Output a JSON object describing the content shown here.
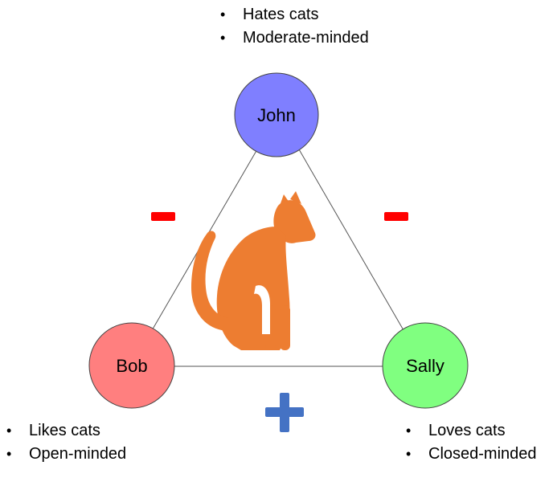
{
  "nodes": {
    "john": {
      "label": "John",
      "fill": "#7f7fff",
      "notes": [
        "Hates cats",
        "Moderate-minded"
      ]
    },
    "bob": {
      "label": "Bob",
      "fill": "#ff7f7f",
      "notes": [
        "Likes cats",
        "Open-minded"
      ]
    },
    "sally": {
      "label": "Sally",
      "fill": "#80ff80",
      "notes": [
        " Loves cats",
        "Closed-minded"
      ]
    }
  },
  "edges": {
    "john_bob": {
      "sign": "negative",
      "color": "#ff0000"
    },
    "john_sally": {
      "sign": "negative",
      "color": "#ff0000"
    },
    "bob_sally": {
      "sign": "positive",
      "color": "#4472c4"
    }
  },
  "center_icon": {
    "name": "cat-icon",
    "color": "#ed7d31"
  }
}
